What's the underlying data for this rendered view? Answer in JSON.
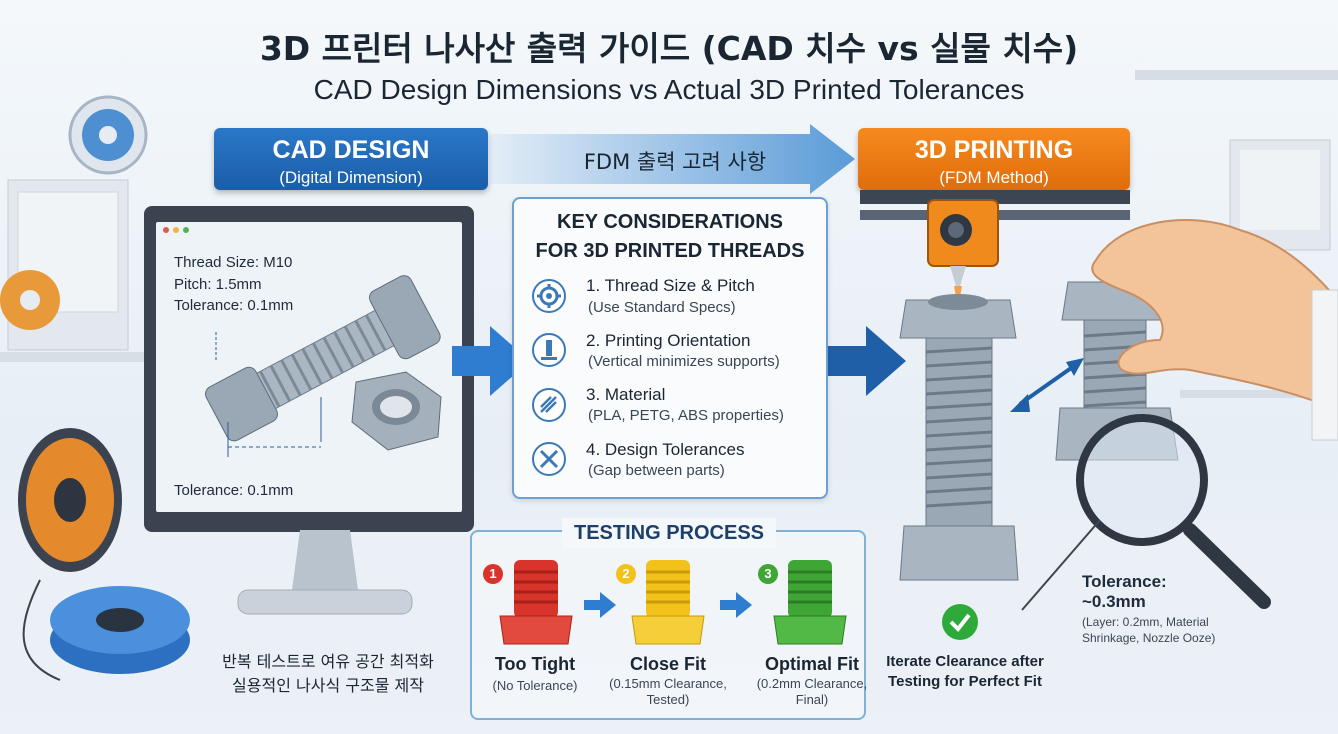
{
  "title_ko": "3D 프린터 나사산 출력 가이드 (CAD 치수 vs 실물 치수)",
  "title_en": "CAD Design Dimensions  vs  Actual 3D Printed Tolerances",
  "cad_banner": {
    "title": "CAD DESIGN",
    "subtitle": "(Digital Dimension)"
  },
  "print_banner": {
    "title": "3D PRINTING",
    "subtitle": "(FDM Method)"
  },
  "fdm_label": "FDM 출력 고려 사항",
  "monitor": {
    "thread_size": "Thread Size: M10",
    "pitch": "Pitch: 1.5mm",
    "tolerance_top": "Tolerance: 0.1mm",
    "tolerance_bottom": "Tolerance: 0.1mm"
  },
  "considerations": {
    "title_line1": "KEY CONSIDERATIONS",
    "title_line2": "FOR 3D PRINTED THREADS",
    "items": [
      {
        "title": "1. Thread Size & Pitch",
        "sub": "(Use Standard Specs)",
        "icon": "gear-icon"
      },
      {
        "title": "2. Printing Orientation",
        "sub": "(Vertical minimizes supports)",
        "icon": "orientation-icon"
      },
      {
        "title": "3. Material",
        "sub": "(PLA, PETG, ABS properties)",
        "icon": "filament-icon"
      },
      {
        "title": "4. Design Tolerances",
        "sub": "(Gap between parts)",
        "icon": "tools-icon"
      }
    ]
  },
  "testing": {
    "title": "TESTING PROCESS",
    "steps": [
      {
        "num": "1",
        "label": "Too Tight",
        "sub1": "(No Tolerance)",
        "sub2": "",
        "sub3": "",
        "color": "#d9342b"
      },
      {
        "num": "2",
        "label": "Close Fit",
        "sub1": "(0.15mm Clearance,",
        "sub2": "Tested)",
        "sub3": "",
        "color": "#f2c21b"
      },
      {
        "num": "3",
        "label": "Optimal Fit",
        "sub1": "(0.2mm Clearance,",
        "sub2": "Final)",
        "sub3": "",
        "color": "#3fa535"
      }
    ]
  },
  "ko_bottom": {
    "line1": "반복 테스트로 여유 공간 최적화",
    "line2": "실용적인 나사식 구조물 제작"
  },
  "iterate": {
    "line1": "Iterate Clearance after",
    "line2": "Testing for Perfect Fit"
  },
  "tolerance_right": {
    "title1": "Tolerance:",
    "title2": "~0.3mm",
    "note1": "(Layer: 0.2mm, Material",
    "note2": "Shrinkage, Nozzle Ooze)"
  },
  "colors": {
    "cad_blue": "#1b5da8",
    "print_orange": "#e06d0b",
    "tight_red": "#d9342b",
    "close_yellow": "#f2c21b",
    "optimal_green": "#3fa535",
    "check_green": "#2eaa3a"
  }
}
